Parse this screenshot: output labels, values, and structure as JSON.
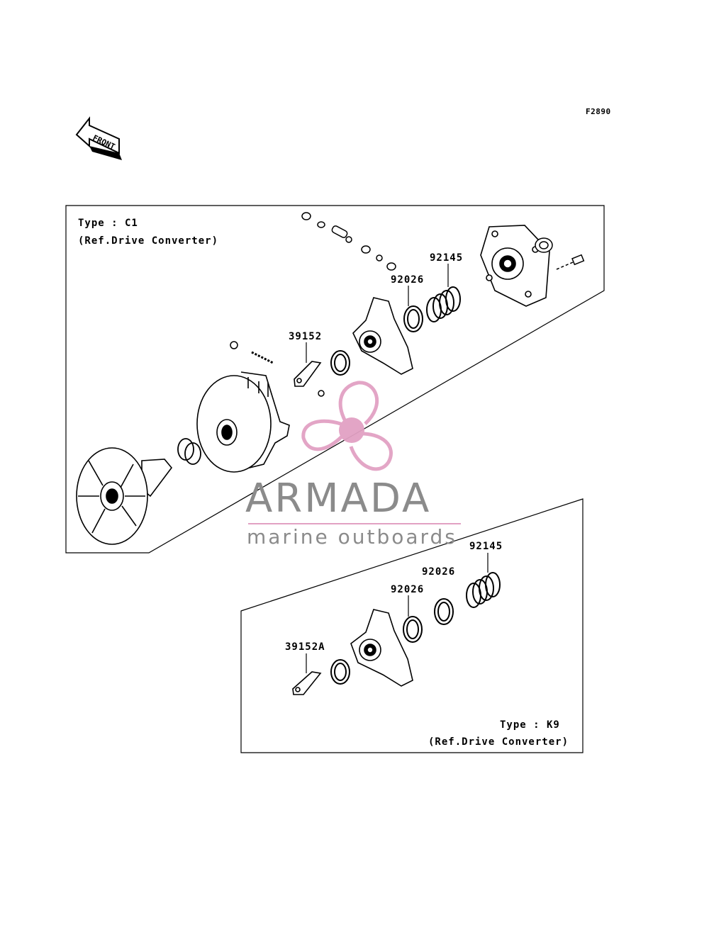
{
  "figure_code": "F2890",
  "front_arrow": {
    "label": "FRONT"
  },
  "section_c1": {
    "type_label": "Type : C1",
    "ref_label": "(Ref.Drive Converter)",
    "parts": [
      {
        "number": "92145"
      },
      {
        "number": "92026"
      },
      {
        "number": "39152"
      }
    ]
  },
  "section_k9": {
    "type_label": "Type : K9",
    "ref_label": "(Ref.Drive Converter)",
    "parts": [
      {
        "number": "92145"
      },
      {
        "number": "92026"
      },
      {
        "number": "92026"
      },
      {
        "number": "39152A"
      }
    ]
  },
  "watermark": {
    "brand": "ARMADA",
    "tagline": "marine outboards",
    "logo_color": "#e2a1c3",
    "text_color": "#8b8b8b"
  }
}
